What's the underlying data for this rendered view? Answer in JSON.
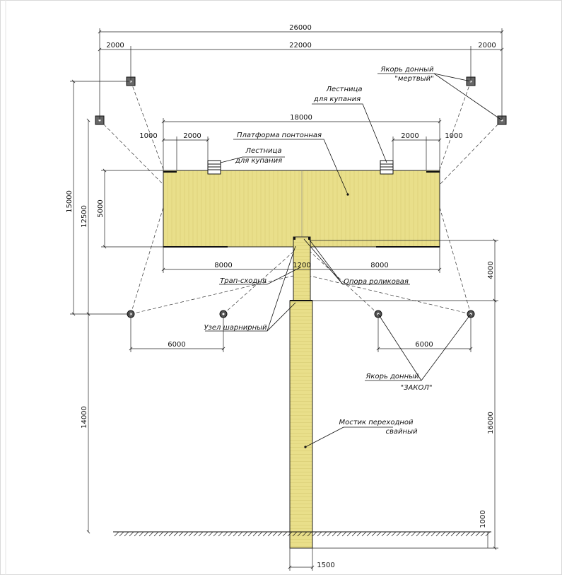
{
  "dimensions": {
    "overall_width": "26000",
    "left_edge_offset": "2000",
    "anchor_span": "22000",
    "right_edge_offset": "2000",
    "platform_length": "18000",
    "left_margin": "1000",
    "left_ladder_offset": "2000",
    "right_ladder_offset": "2000",
    "right_margin": "1000",
    "platform_width": "5000",
    "left_half": "8000",
    "gangway_width": "1200",
    "right_half": "8000",
    "depth_15000": "15000",
    "depth_12500": "12500",
    "gap_4000": "4000",
    "left_anchor_spacing": "6000",
    "right_anchor_spacing": "6000",
    "bridge_14000": "14000",
    "bridge_16000": "16000",
    "shore_1000": "1000",
    "bridge_width": "1500"
  },
  "labels": {
    "dead_anchor_line1": "Якорь донный",
    "dead_anchor_line2": "\"мертвый\"",
    "ladder_right_line1": "Лестница",
    "ladder_right_line2": "для купания",
    "platform": "Платформа понтонная",
    "ladder_left_line1": "Лестница",
    "ladder_left_line2": "для купания",
    "gangway": "Трап-сходня",
    "roller_support": "Опора роликовая",
    "hinge_joint": "Узел шарнирный",
    "stake_anchor_line1": "Якорь донный",
    "stake_anchor_line2": "\"ЗАКОЛ\"",
    "bridge_line1": "Мостик переходной",
    "bridge_line2": "свайный"
  },
  "colors": {
    "deck": "#e9df8a",
    "deck_line": "#cfc06a",
    "outline": "#222222"
  }
}
